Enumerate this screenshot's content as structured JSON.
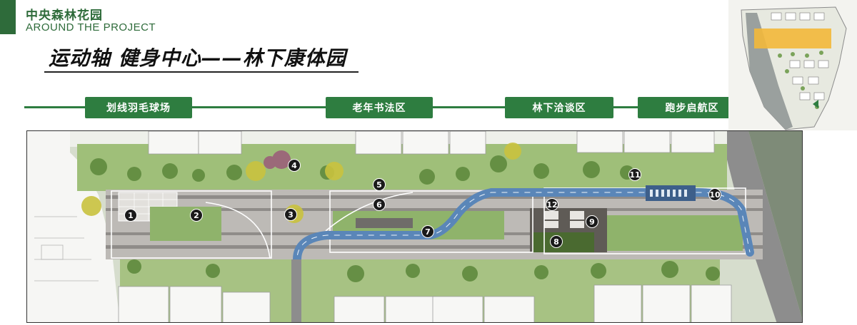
{
  "header": {
    "brand_title": "中央森林花园",
    "brand_subtitle": "AROUND THE PROJECT",
    "main_heading": "运动轴 健身中心——林下康体园"
  },
  "zones": [
    {
      "label": "划线羽毛球场"
    },
    {
      "label": "老年书法区"
    },
    {
      "label": "林下洽谈区"
    },
    {
      "label": "跑步启航区"
    }
  ],
  "markers": [
    "1",
    "2",
    "3",
    "4",
    "5",
    "6",
    "7",
    "8",
    "9",
    "10",
    "11",
    "12"
  ],
  "colors": {
    "brand_green": "#2e6b3a",
    "tab_green": "#2e7d40",
    "running_track_blue": "#5a86b8",
    "lawn_green": "#8fb36b",
    "paving_gray": "#b9b6b2"
  }
}
